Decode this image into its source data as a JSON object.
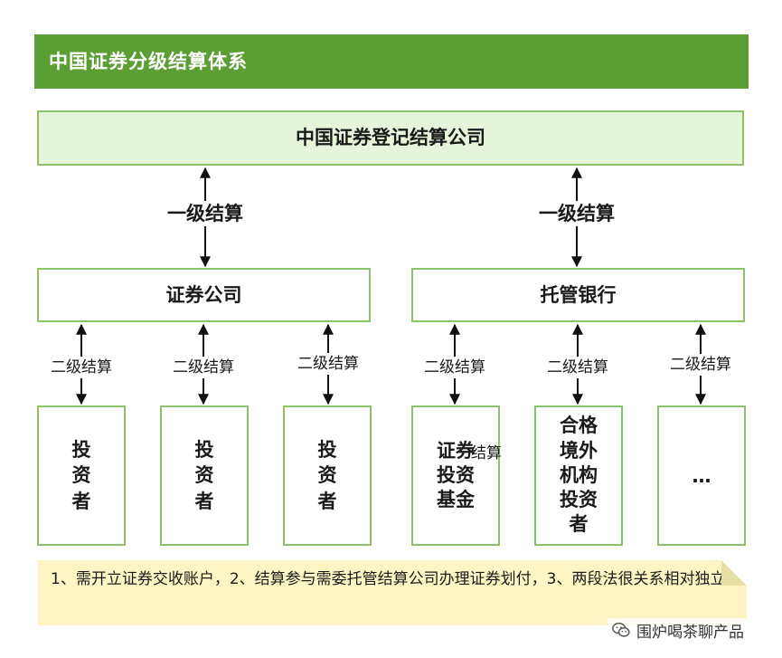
{
  "header": {
    "title": "中国证券分级结算体系"
  },
  "top_box": {
    "label": "中国证券登记结算公司"
  },
  "level1_labels": [
    "一级结算",
    "一级结算"
  ],
  "mid_boxes": [
    "证券公司",
    "托管银行"
  ],
  "level2_label": "二级结算",
  "leaves": [
    "投资者",
    "投资者",
    "投资者",
    "证券投资基金",
    "合格境外机构投资者",
    "…"
  ],
  "overlap_text": "结算",
  "note": {
    "text": "1、需开立证券交收账户，2、结算参与需委托管结算公司办理证券划付，3、两段法很关系相对独立"
  },
  "watermark": {
    "text": "围炉喝茶聊产品",
    "icon": "wechat-icon"
  },
  "colors": {
    "header": "#5c9e34",
    "border": "#8cc26a",
    "top_fill": "#e6f4da",
    "note_fill": "#fdf6c4"
  }
}
